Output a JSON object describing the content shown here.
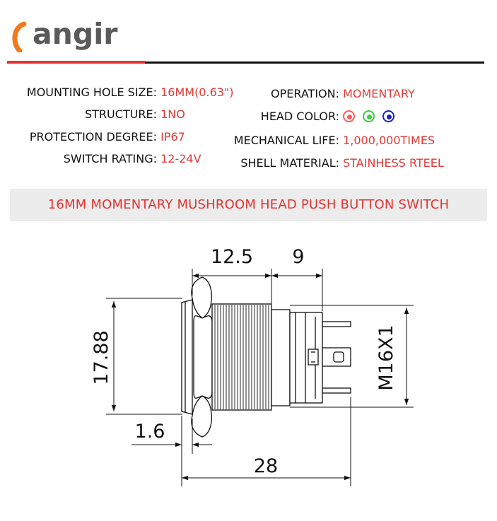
{
  "brand": {
    "logo_text": "angir"
  },
  "specs_left": [
    {
      "label": "MOUNTING HOLE SIZE:",
      "value": "16MM(0.63\")"
    },
    {
      "label": "STRUCTURE:",
      "value": "1NO"
    },
    {
      "label": "PROTECTION DEGREE:",
      "value": "IP67"
    },
    {
      "label": "SWITCH RATING:",
      "value": "12-24V"
    }
  ],
  "specs_right": [
    {
      "label": "OPERATION:",
      "value": "MOMENTARY"
    },
    {
      "label": "HEAD COLOR:",
      "value": ""
    },
    {
      "label": "MECHANICAL LIFE:",
      "value": "1,000,000TIMES"
    },
    {
      "label": "SHELL MATERIAL:",
      "value": "STAINHESS RTEEL"
    }
  ],
  "head_colors": [
    "#ff5c5c",
    "#36d33a",
    "#2222bb"
  ],
  "banner": "16MM MOMENTARY MUSHROOM HEAD PUSH BUTTON SWITCH",
  "dimensions": {
    "body_length": "12.5",
    "terminal_length": "9",
    "head_diameter": "17.88",
    "thread": "M16X1",
    "head_thickness": "1.6",
    "total_length": "28"
  },
  "colors": {
    "accent_red": "#e8302e",
    "value_red": "#e03a36"
  }
}
